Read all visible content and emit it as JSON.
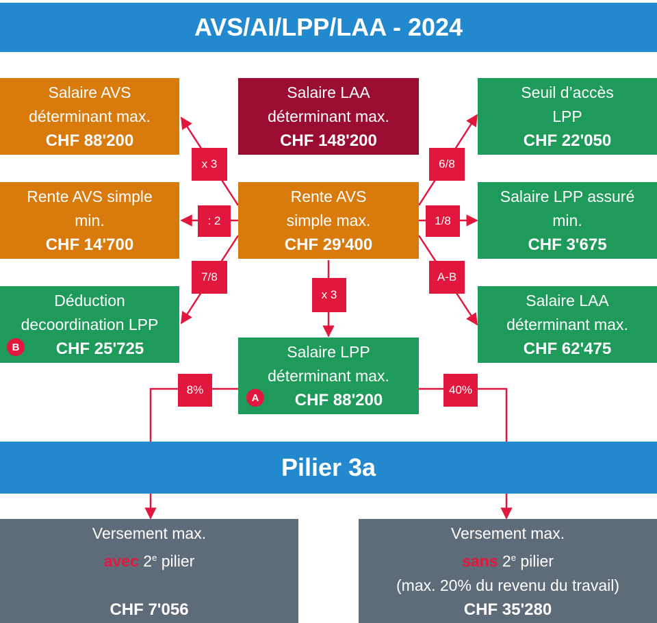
{
  "title": "AVS/AI/LPP/LAA - 2024",
  "colors": {
    "band": "#2389cf",
    "orange": "#d97a0c",
    "green": "#1e9a5a",
    "maroon": "#9a0d31",
    "grey": "#5e6b78",
    "red": "#e2173d"
  },
  "boxes": {
    "avs_salary": {
      "line1": "Salaire AVS",
      "line2": "déterminant max.",
      "amount": "CHF 88'200"
    },
    "laa_salary_top": {
      "line1": "Salaire LAA",
      "line2": "déterminant max.",
      "amount": "CHF 148'200"
    },
    "lpp_threshold": {
      "line1": "Seuil d’accès",
      "line2": "LPP",
      "amount": "CHF 22'050"
    },
    "avs_min_pension": {
      "line1": "Rente AVS simple",
      "line2": "min.",
      "amount": "CHF 14'700"
    },
    "avs_max_pension": {
      "line1": "Rente AVS",
      "line2": "simple max.",
      "amount": "CHF 29'400"
    },
    "lpp_min_insured": {
      "line1": "Salaire LPP assuré",
      "line2": "min.",
      "amount": "CHF 3'675"
    },
    "coordination": {
      "line1": "Déduction",
      "line2": "decoordination LPP",
      "amount": "CHF 25'725",
      "badge": "B"
    },
    "laa_salary_bottom": {
      "line1": "Salaire LAA",
      "line2": "déterminant max.",
      "amount": "CHF 62'475"
    },
    "lpp_salary": {
      "line1": "Salaire LPP",
      "line2": "déterminant max.",
      "amount": "CHF 88'200",
      "badge": "A"
    }
  },
  "operators": {
    "x3_top": "x 3",
    "div2": ": 2",
    "seven_eighths": "7/8",
    "x3_down": "x 3",
    "six_eighths": "6/8",
    "one_eighth": "1/8",
    "a_minus_b": "A-B",
    "eight_pct": "8%",
    "forty_pct": "40%"
  },
  "pillar": "Pilier 3a",
  "payments": {
    "with": {
      "line1": "Versement max.",
      "kw": "avec",
      "pre": " 2",
      "sup": "e",
      "post": " pilier",
      "amount": "CHF 7'056"
    },
    "without": {
      "line1": "Versement max.",
      "kw": "sans",
      "pre": " 2",
      "sup": "e",
      "post": " pilier",
      "note": "(max. 20% du revenu du travail)",
      "amount": "CHF 35'280"
    }
  }
}
